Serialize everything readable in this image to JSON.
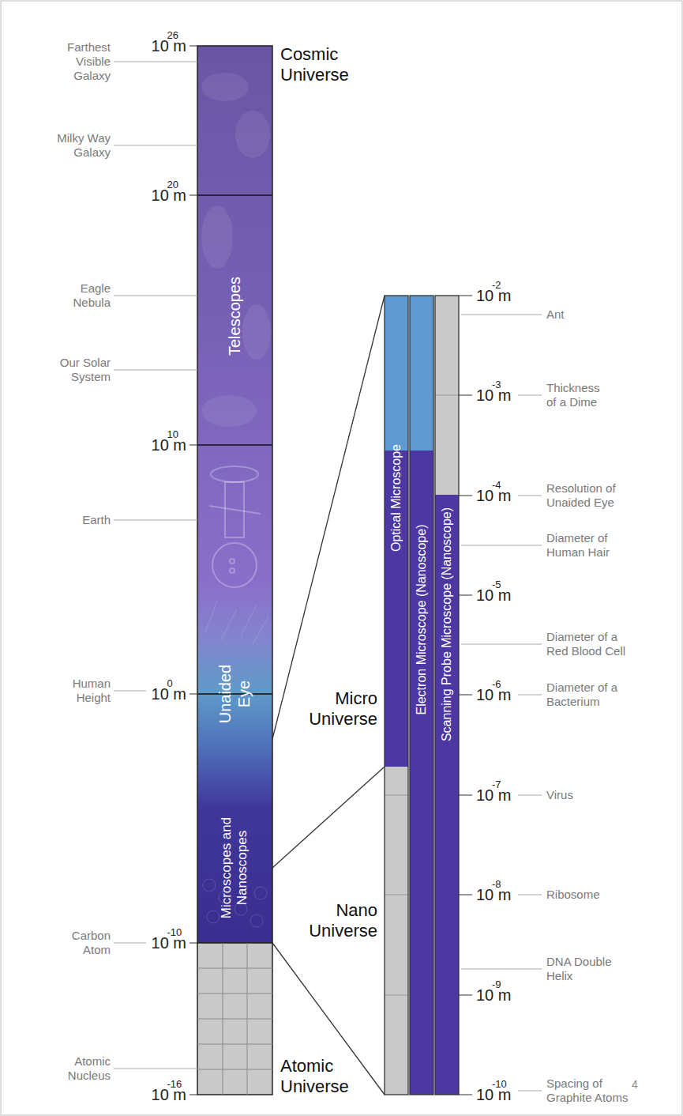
{
  "diagram": {
    "nodes": [
      {
        "text": [
          "Telescopes"
        ]
      },
      {
        "text": [
          "Unaided Eye"
        ]
      },
      {
        "text": [
          "Microscopes and Nanoscopes"
        ]
      },
      {
        "text": [
          "Optical Microscope"
        ]
      },
      {
        "text": [
          "Electron Microscope (Nanoscope)"
        ]
      },
      {
        "text": [
          "Scanning Probe Microscope (Nanoscope)"
        ]
      }
    ],
    "labels": [
      "Cosmic Universe",
      "Micro Universe",
      "Nano Universe",
      "Atomic Universe",
      "Farthest Visible Galaxy",
      "Milky Way Galaxy",
      "Eagle Nebula",
      "Our Solar System",
      "Earth",
      "Human Height",
      "Carbon Atom",
      "Atomic Nucleus",
      "26",
      "10 m",
      "20",
      "10 m",
      "10",
      "10 m",
      "0",
      "10 m",
      "-10",
      "10 m",
      "-16",
      "10 m",
      "-2",
      "10 m",
      "-3",
      "10 m",
      "-4",
      "10 m",
      "-5",
      "10 m",
      "-6",
      "10 m",
      "-7",
      "10 m",
      "-8",
      "10 m",
      "-9",
      "10 m",
      "-10",
      "10 m",
      "Ant",
      "Thickness of a Dime",
      "Resolution of Unaided Eye",
      "Diameter of Human Hair",
      "Diameter of a Red Blood Cell",
      "Diameter of a Bacterium",
      "Virus",
      "Ribosome",
      "DNA Double Helix",
      "Spacing of Graphite Atoms",
      "4"
    ]
  }
}
